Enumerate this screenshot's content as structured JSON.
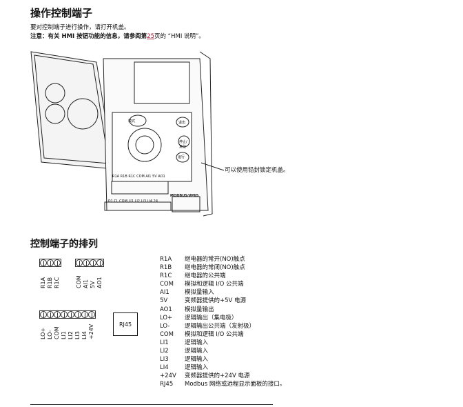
{
  "title": "操作控制端子",
  "intro": "要对控制端子进行操作，请打开机盖。",
  "note": {
    "prefix": "注意：有关 HMI 按钮功能的信息，请参阅第",
    "page": "25",
    "suffix": "页的 “HMI 说明”。"
  },
  "figure": {
    "callout": "可以使用铅封锁定机盖。",
    "buttons": [
      "模式",
      "退出",
      "停止/复位",
      "运行"
    ],
    "top_terms": "R1A R1B R1C  COM AI1 5V AO1",
    "port_label": "MODBUS/VP65",
    "bottom_terms": "LO1 CL COM LI1 LI2 LI3 LI4 24"
  },
  "section_title": "控制端子的排列",
  "terminals": {
    "group1": [
      "R1A",
      "R1B",
      "R1C"
    ],
    "group2": [
      "COM",
      "AI1",
      "5V",
      "AO1"
    ],
    "group3": [
      "LO+",
      "LO-",
      "COM",
      "LI1",
      "LI2",
      "LI3",
      "LI4",
      "+24V"
    ],
    "rj45": "RJ45"
  },
  "descriptions": [
    {
      "code": "R1A",
      "text": "继电器的常开(NO)触点"
    },
    {
      "code": "R1B",
      "text": "继电器的常闭(NO)触点"
    },
    {
      "code": "R1C",
      "text": "继电器的公共端"
    },
    {
      "code": "COM",
      "text": "模拟和逻辑 I/O 公共端"
    },
    {
      "code": "AI1",
      "text": "模拟量输入"
    },
    {
      "code": "5V",
      "text": "变频器提供的+5V 电源"
    },
    {
      "code": "AO1",
      "text": "模拟量输出"
    },
    {
      "code": "LO+",
      "text": "逻辑输出（集电极）"
    },
    {
      "code": "LO-",
      "text": "逻辑输出公共端（发射极）"
    },
    {
      "code": "COM",
      "text": "模拟和逻辑 I/O 公共端"
    },
    {
      "code": "LI1",
      "text": "逻辑输入"
    },
    {
      "code": "LI2",
      "text": "逻辑输入"
    },
    {
      "code": "LI3",
      "text": "逻辑输入"
    },
    {
      "code": "LI4",
      "text": "逻辑输入"
    },
    {
      "code": "+24V",
      "text": "变频器提供的+24V 电源"
    },
    {
      "code": "RJ45",
      "text": "Modbus 网络或远程显示面板的接口。"
    }
  ]
}
